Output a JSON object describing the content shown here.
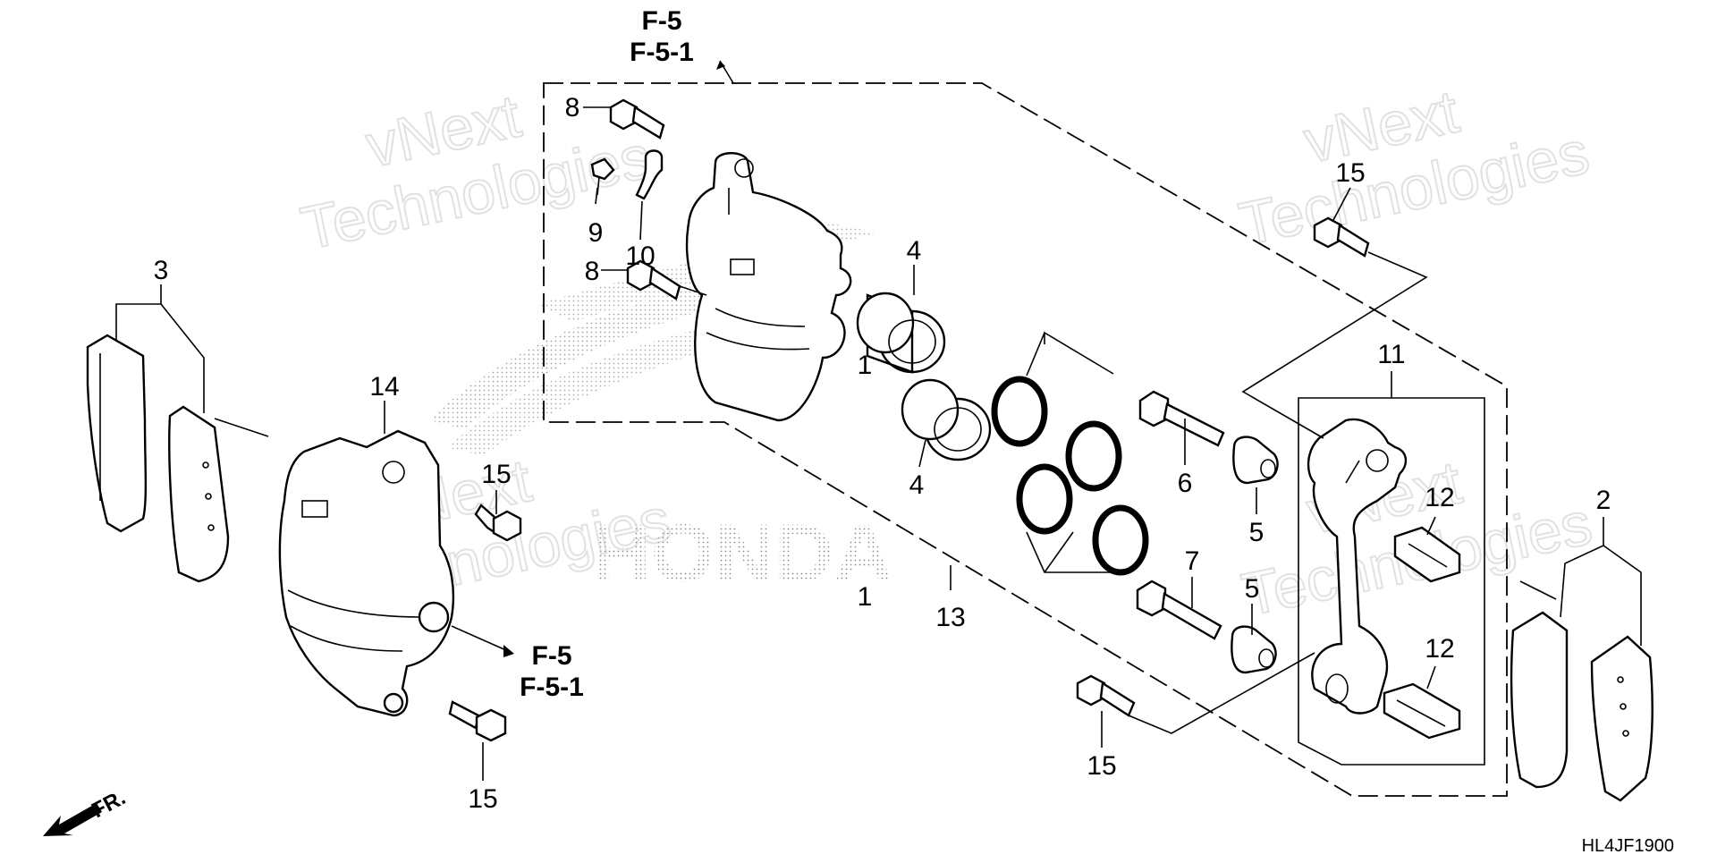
{
  "diagram": {
    "code": "HL4JF1900",
    "front_marker": "FR.",
    "refs": {
      "top": [
        "F-5",
        "F-5-1"
      ],
      "mid": [
        "F-5",
        "F-5-1"
      ]
    },
    "watermark": {
      "line1": "vNext",
      "line2": "Technologies"
    },
    "brand_mark": "HONDA",
    "callouts": {
      "c1a": "1",
      "c1b": "1",
      "c2": "2",
      "c3": "3",
      "c4a": "4",
      "c4b": "4",
      "c5a": "5",
      "c5b": "5",
      "c6": "6",
      "c7": "7",
      "c8a": "8",
      "c8b": "8",
      "c9": "9",
      "c10": "10",
      "c11": "11",
      "c12a": "12",
      "c12b": "12",
      "c13": "13",
      "c14": "14",
      "c15a": "15",
      "c15b": "15",
      "c15c": "15",
      "c15d": "15"
    }
  }
}
